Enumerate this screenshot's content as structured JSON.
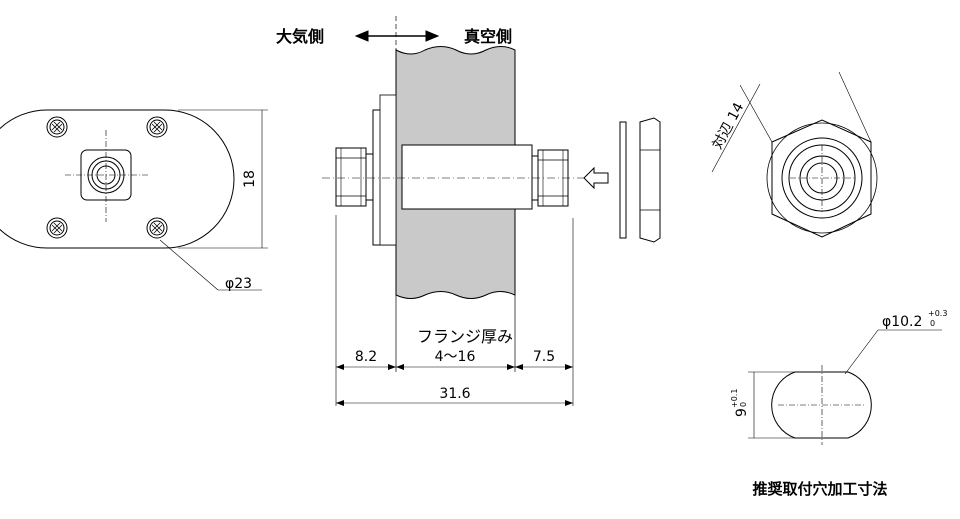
{
  "labels": {
    "atmosphere_side": "大気側",
    "vacuum_side": "真空側",
    "flange_thickness": "フランジ厚み",
    "recommended_hole": "推奨取付穴加工寸法"
  },
  "dimensions": {
    "height_18": "18",
    "dia_23": "φ23",
    "across_flats": "対辺 14",
    "dim_8_2": "8.2",
    "dim_4_16": "4～16",
    "dim_7_5": "7.5",
    "dim_31_6": "31.6",
    "hole_dia": "φ10.2",
    "hole_dia_tol_upper": "+0.3",
    "hole_dia_tol_lower": "0",
    "hole_flat": "9",
    "hole_flat_tol_upper": "+0.1",
    "hole_flat_tol_lower": "0"
  }
}
